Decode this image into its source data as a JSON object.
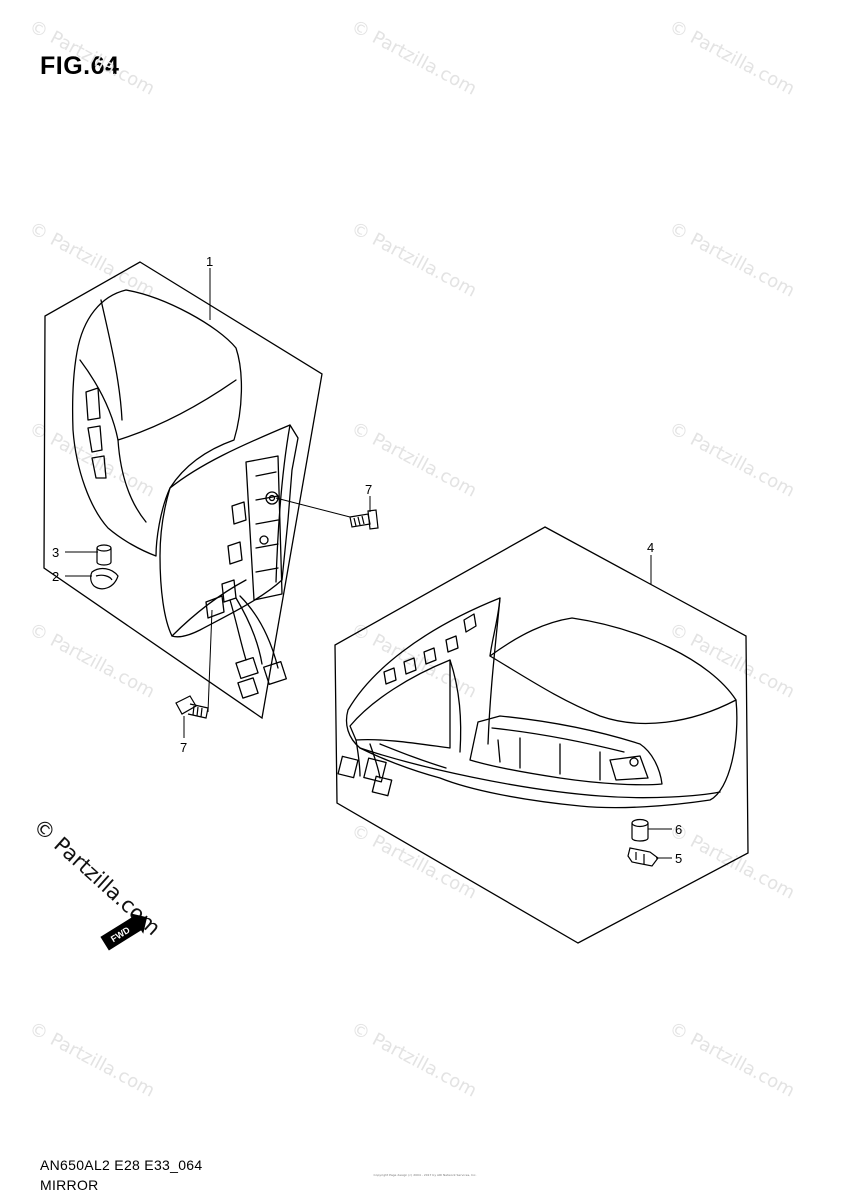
{
  "figure": {
    "title": "FIG.64",
    "code": "AN650AL2 E28 E33_064",
    "name": "MIRROR"
  },
  "watermark": {
    "text": "© Partzilla.com",
    "featured_text": "© Partzilla.com"
  },
  "direction_badge": "FWD",
  "copyright_note": "Copyright Page design (c) 2004 - 2017 by ARI Network Services, Inc.",
  "callouts": {
    "c1": "1",
    "c2": "2",
    "c3": "3",
    "c4": "4",
    "c5": "5",
    "c6": "6",
    "c7_upper": "7",
    "c7_lower": "7"
  },
  "colors": {
    "ink": "#000000",
    "watermark": "#e3e3e3",
    "background": "#ffffff"
  }
}
